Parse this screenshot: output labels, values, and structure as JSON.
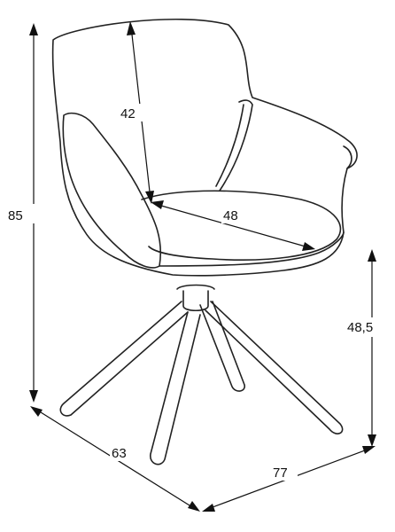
{
  "dimensions": {
    "total_height": "85",
    "seat_height": "48,5",
    "backrest_height": "42",
    "seat_depth": "48",
    "depth": "63",
    "width": "77"
  }
}
